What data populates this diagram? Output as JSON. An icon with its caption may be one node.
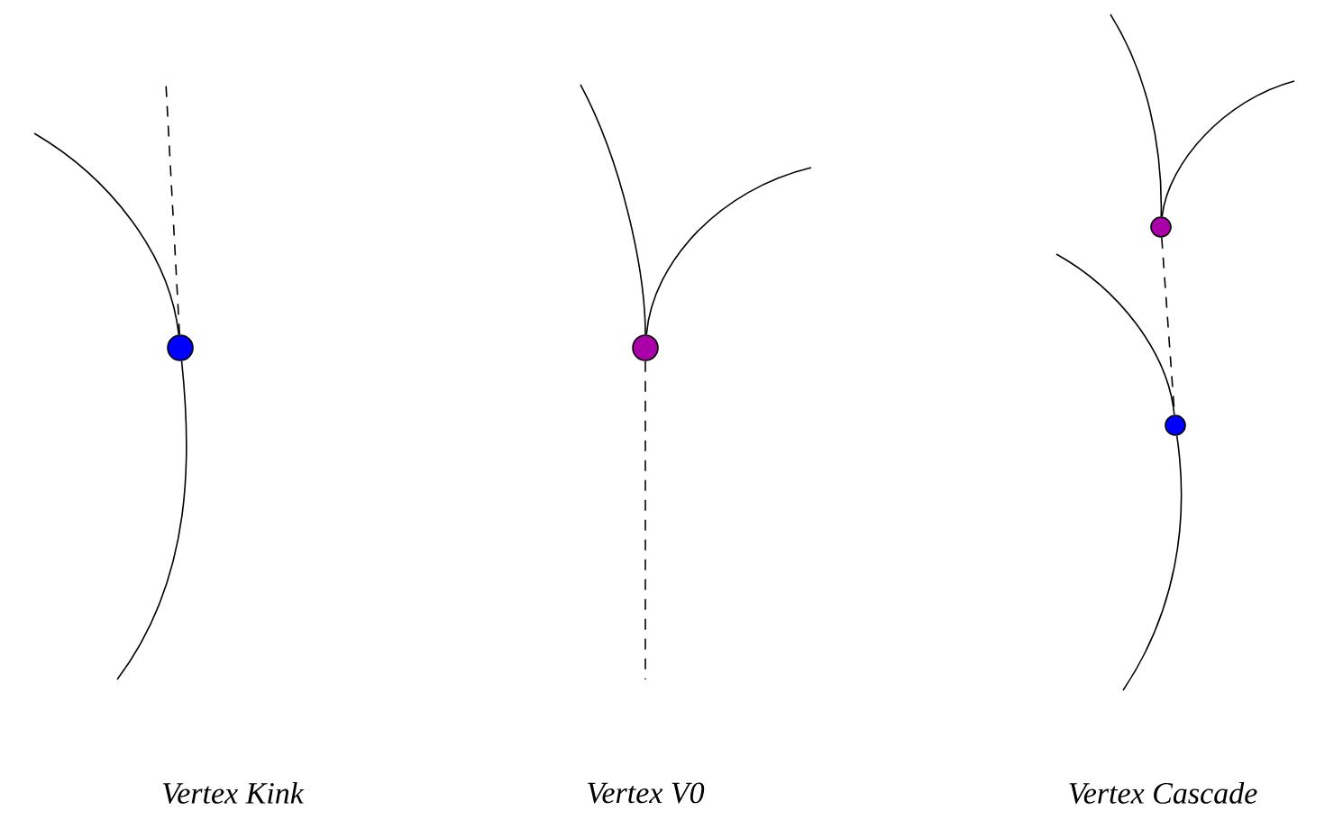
{
  "diagram": {
    "nodes": [
      {
        "text": [],
        "shape": "circle"
      },
      {
        "text": [],
        "shape": "circle"
      },
      {
        "text": [],
        "shape": "circle"
      },
      {
        "text": [],
        "shape": "circle"
      }
    ],
    "edges": [
      {
        "from": null,
        "to": 0,
        "arrow": "none"
      },
      {
        "from": 0,
        "to": null,
        "arrow": "none"
      },
      {
        "from": 0,
        "to": null,
        "arrow": "none",
        "style": "dashed"
      },
      {
        "from": null,
        "to": 1,
        "arrow": "none"
      },
      {
        "from": null,
        "to": 1,
        "arrow": "none"
      },
      {
        "from": 1,
        "to": null,
        "arrow": "none",
        "style": "dashed"
      },
      {
        "from": null,
        "to": 2,
        "arrow": "none"
      },
      {
        "from": null,
        "to": 2,
        "arrow": "none"
      },
      {
        "from": 2,
        "to": 3,
        "arrow": "none",
        "style": "dashed"
      },
      {
        "from": null,
        "to": 3,
        "arrow": "none"
      },
      {
        "from": 3,
        "to": null,
        "arrow": "none"
      }
    ],
    "labels": [
      "Vertex Kink",
      "Vertex V0",
      "Vertex Cascade"
    ]
  }
}
